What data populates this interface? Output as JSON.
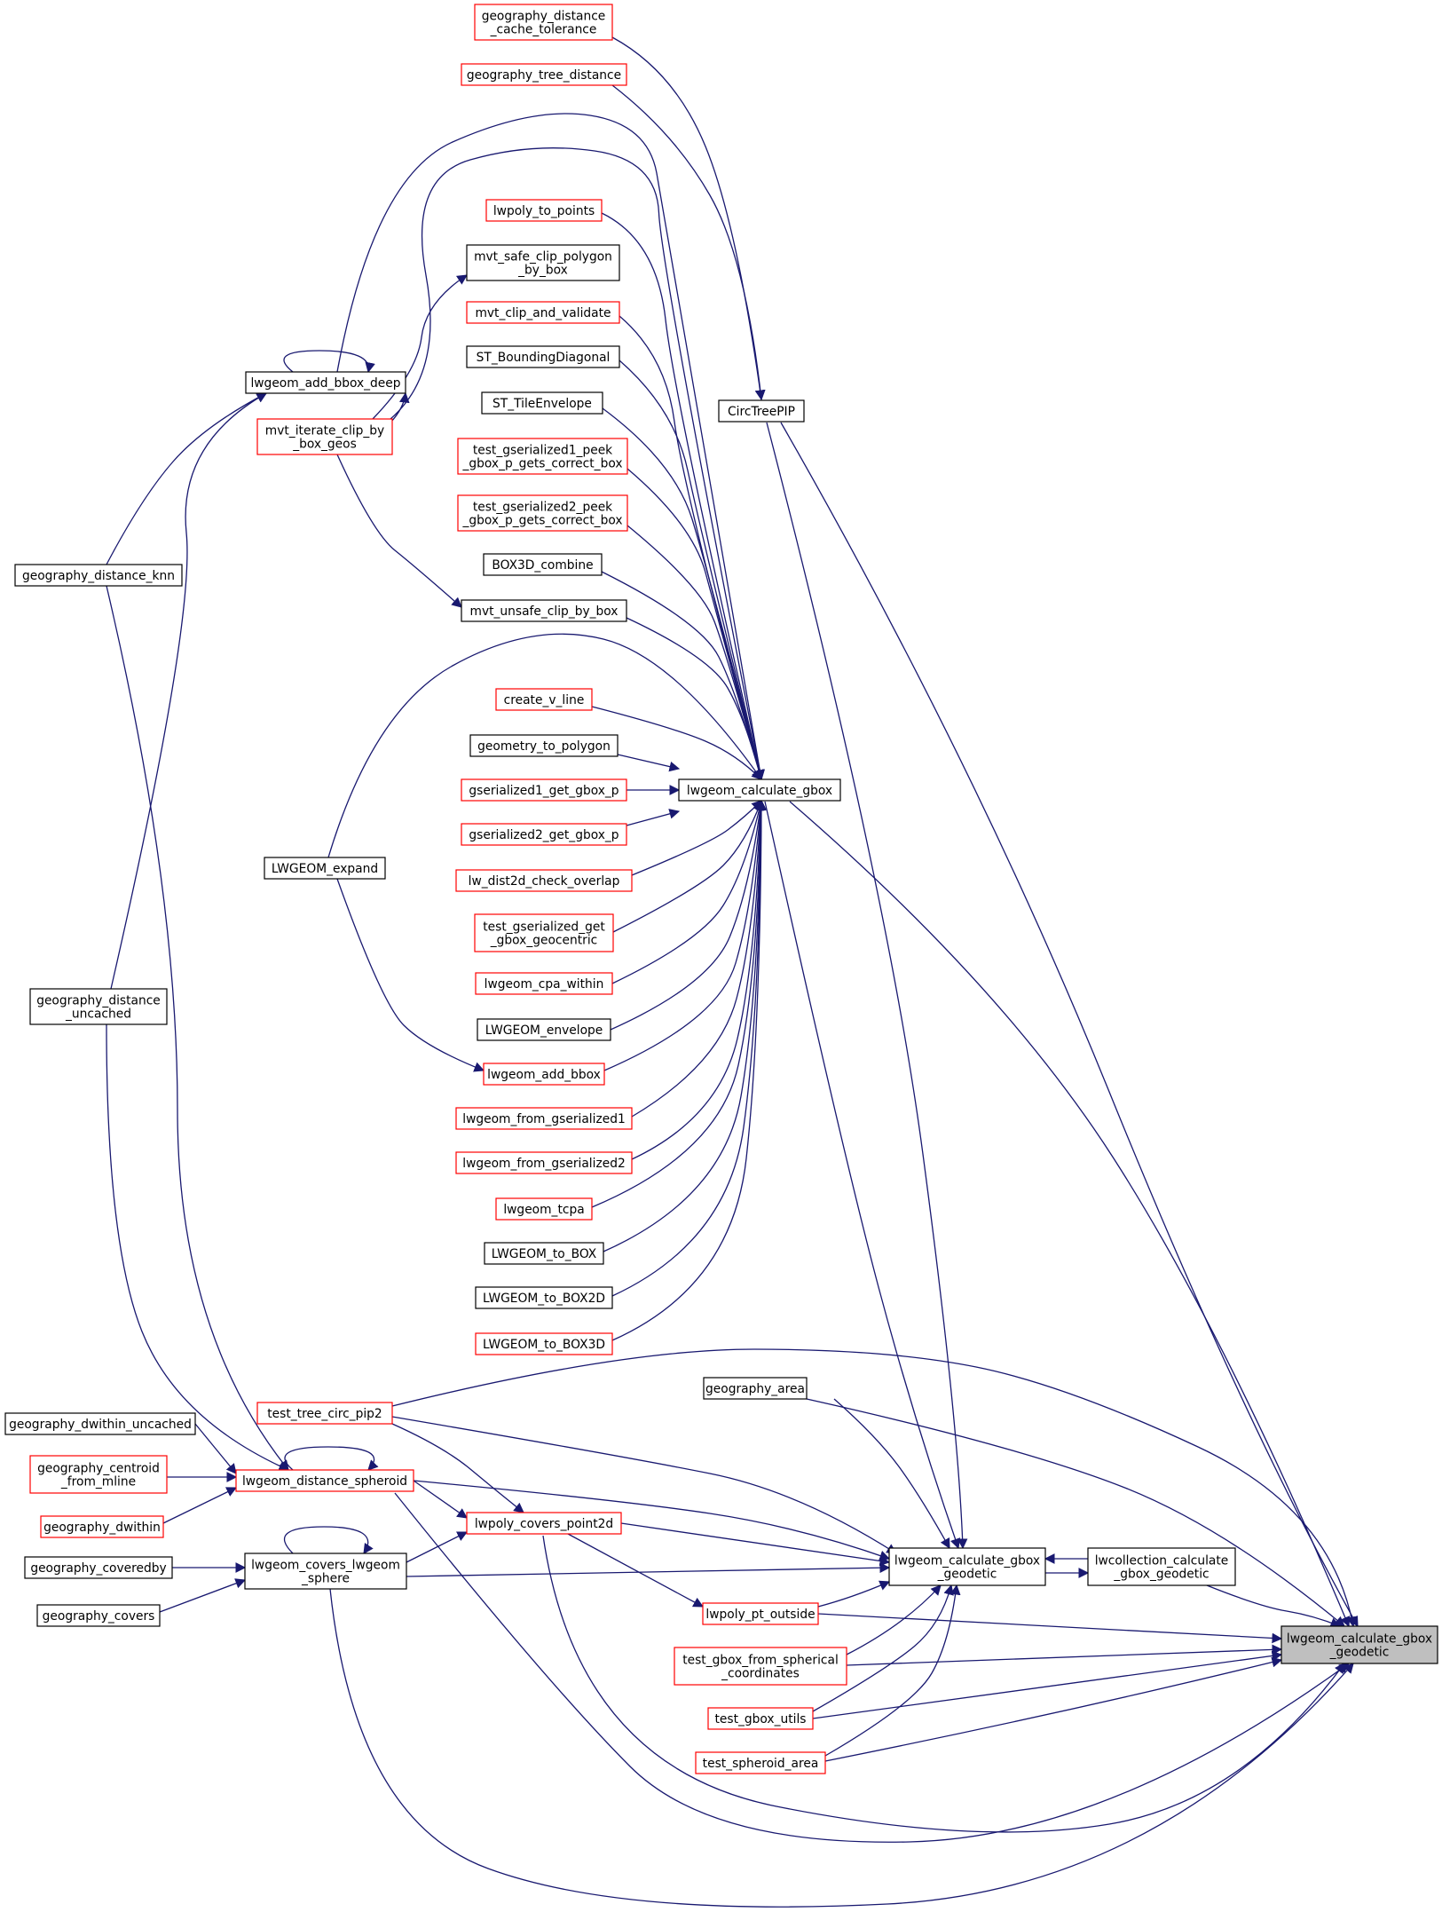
{
  "colors": {
    "edge": "#191970",
    "border_default": "#000000",
    "border_truncated": "#ff0000",
    "fill_default": "#ffffff",
    "fill_highlight": "#bfbfbf",
    "text": "#000000"
  },
  "nodes": [
    {
      "id": "geography_distance_cache_tolerance",
      "lines": [
        "geography_distance",
        "_cache_tolerance"
      ],
      "style": "truncated"
    },
    {
      "id": "geography_tree_distance",
      "lines": [
        "geography_tree_distance"
      ],
      "style": "truncated"
    },
    {
      "id": "lwpoly_to_points",
      "lines": [
        "lwpoly_to_points"
      ],
      "style": "truncated"
    },
    {
      "id": "mvt_safe_clip_polygon_by_box",
      "lines": [
        "mvt_safe_clip_polygon",
        "_by_box"
      ],
      "style": "default"
    },
    {
      "id": "mvt_clip_and_validate",
      "lines": [
        "mvt_clip_and_validate"
      ],
      "style": "truncated"
    },
    {
      "id": "ST_BoundingDiagonal",
      "lines": [
        "ST_BoundingDiagonal"
      ],
      "style": "default"
    },
    {
      "id": "ST_TileEnvelope",
      "lines": [
        "ST_TileEnvelope"
      ],
      "style": "default"
    },
    {
      "id": "test_gserialized1_peek",
      "lines": [
        "test_gserialized1_peek",
        "_gbox_p_gets_correct_box"
      ],
      "style": "truncated"
    },
    {
      "id": "test_gserialized2_peek",
      "lines": [
        "test_gserialized2_peek",
        "_gbox_p_gets_correct_box"
      ],
      "style": "truncated"
    },
    {
      "id": "BOX3D_combine",
      "lines": [
        "BOX3D_combine"
      ],
      "style": "default"
    },
    {
      "id": "mvt_unsafe_clip_by_box",
      "lines": [
        "mvt_unsafe_clip_by_box"
      ],
      "style": "default"
    },
    {
      "id": "create_v_line",
      "lines": [
        "create_v_line"
      ],
      "style": "truncated"
    },
    {
      "id": "geometry_to_polygon",
      "lines": [
        "geometry_to_polygon"
      ],
      "style": "default"
    },
    {
      "id": "gserialized1_get_gbox_p",
      "lines": [
        "gserialized1_get_gbox_p"
      ],
      "style": "truncated"
    },
    {
      "id": "gserialized2_get_gbox_p",
      "lines": [
        "gserialized2_get_gbox_p"
      ],
      "style": "truncated"
    },
    {
      "id": "lw_dist2d_check_overlap",
      "lines": [
        "lw_dist2d_check_overlap"
      ],
      "style": "truncated"
    },
    {
      "id": "test_gserialized_get_gbox_geocentric",
      "lines": [
        "test_gserialized_get",
        "_gbox_geocentric"
      ],
      "style": "truncated"
    },
    {
      "id": "lwgeom_cpa_within",
      "lines": [
        "lwgeom_cpa_within"
      ],
      "style": "truncated"
    },
    {
      "id": "LWGEOM_envelope",
      "lines": [
        "LWGEOM_envelope"
      ],
      "style": "default"
    },
    {
      "id": "lwgeom_add_bbox",
      "lines": [
        "lwgeom_add_bbox"
      ],
      "style": "truncated"
    },
    {
      "id": "lwgeom_from_gserialized1",
      "lines": [
        "lwgeom_from_gserialized1"
      ],
      "style": "truncated"
    },
    {
      "id": "lwgeom_from_gserialized2",
      "lines": [
        "lwgeom_from_gserialized2"
      ],
      "style": "truncated"
    },
    {
      "id": "lwgeom_tcpa",
      "lines": [
        "lwgeom_tcpa"
      ],
      "style": "truncated"
    },
    {
      "id": "LWGEOM_to_BOX",
      "lines": [
        "LWGEOM_to_BOX"
      ],
      "style": "default"
    },
    {
      "id": "LWGEOM_to_BOX2D",
      "lines": [
        "LWGEOM_to_BOX2D"
      ],
      "style": "default"
    },
    {
      "id": "LWGEOM_to_BOX3D",
      "lines": [
        "LWGEOM_to_BOX3D"
      ],
      "style": "truncated"
    },
    {
      "id": "lwgeom_add_bbox_deep",
      "lines": [
        "lwgeom_add_bbox_deep"
      ],
      "style": "default"
    },
    {
      "id": "mvt_iterate_clip_by_box_geos",
      "lines": [
        "mvt_iterate_clip_by",
        "_box_geos"
      ],
      "style": "truncated"
    },
    {
      "id": "geography_distance_knn",
      "lines": [
        "geography_distance_knn"
      ],
      "style": "default"
    },
    {
      "id": "LWGEOM_expand",
      "lines": [
        "LWGEOM_expand"
      ],
      "style": "default"
    },
    {
      "id": "geography_distance_uncached",
      "lines": [
        "geography_distance",
        "_uncached"
      ],
      "style": "default"
    },
    {
      "id": "CircTreePIP",
      "lines": [
        "CircTreePIP"
      ],
      "style": "default"
    },
    {
      "id": "lwgeom_calculate_gbox",
      "lines": [
        "lwgeom_calculate_gbox"
      ],
      "style": "default"
    },
    {
      "id": "test_tree_circ_pip2",
      "lines": [
        "test_tree_circ_pip2"
      ],
      "style": "truncated"
    },
    {
      "id": "geography_area",
      "lines": [
        "geography_area"
      ],
      "style": "default"
    },
    {
      "id": "geography_dwithin_uncached",
      "lines": [
        "geography_dwithin_uncached"
      ],
      "style": "default"
    },
    {
      "id": "geography_centroid_from_mline",
      "lines": [
        "geography_centroid",
        "_from_mline"
      ],
      "style": "truncated"
    },
    {
      "id": "lwgeom_distance_spheroid",
      "lines": [
        "lwgeom_distance_spheroid"
      ],
      "style": "truncated"
    },
    {
      "id": "geography_dwithin",
      "lines": [
        "geography_dwithin"
      ],
      "style": "truncated"
    },
    {
      "id": "lwpoly_covers_point2d",
      "lines": [
        "lwpoly_covers_point2d"
      ],
      "style": "truncated"
    },
    {
      "id": "geography_coveredby",
      "lines": [
        "geography_coveredby"
      ],
      "style": "default"
    },
    {
      "id": "lwgeom_covers_lwgeom_sphere",
      "lines": [
        "lwgeom_covers_lwgeom",
        "_sphere"
      ],
      "style": "default"
    },
    {
      "id": "geography_covers",
      "lines": [
        "geography_covers"
      ],
      "style": "default"
    },
    {
      "id": "lwgeom_calculate_gbox_geodetic",
      "lines": [
        "lwgeom_calculate_gbox",
        "_geodetic"
      ],
      "style": "default"
    },
    {
      "id": "lwcollection_calculate_gbox_geodetic",
      "lines": [
        "lwcollection_calculate",
        "_gbox_geodetic"
      ],
      "style": "default"
    },
    {
      "id": "lwpoly_pt_outside",
      "lines": [
        "lwpoly_pt_outside"
      ],
      "style": "truncated"
    },
    {
      "id": "test_gbox_from_spherical_coordinates",
      "lines": [
        "test_gbox_from_spherical",
        "_coordinates"
      ],
      "style": "truncated"
    },
    {
      "id": "test_gbox_utils",
      "lines": [
        "test_gbox_utils"
      ],
      "style": "truncated"
    },
    {
      "id": "test_spheroid_area",
      "lines": [
        "test_spheroid_area"
      ],
      "style": "truncated"
    },
    {
      "id": "root",
      "lines": [
        "lwgeom_calculate_gbox",
        "_geodetic"
      ],
      "style": "highlight"
    }
  ]
}
